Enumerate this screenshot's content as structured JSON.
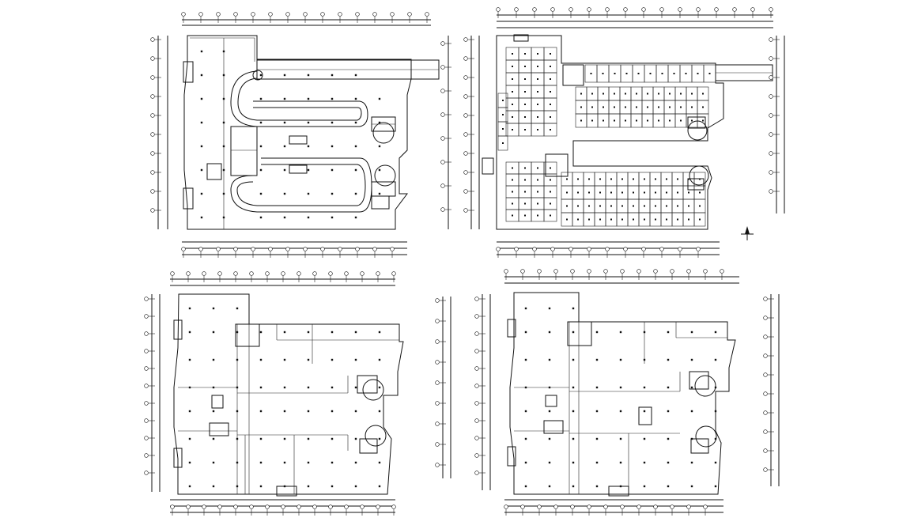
{
  "sheet": {
    "background": "#ffffff",
    "line_color": "#111111",
    "north_arrow": "north-arrow-icon",
    "plans": [
      {
        "id": "plan-top-left",
        "content": "parking-ramp-floor-plan"
      },
      {
        "id": "plan-top-right",
        "content": "partitioned-floor-plan"
      },
      {
        "id": "plan-bottom-left",
        "content": "open-floor-plan"
      },
      {
        "id": "plan-bottom-right",
        "content": "open-floor-plan"
      }
    ]
  }
}
